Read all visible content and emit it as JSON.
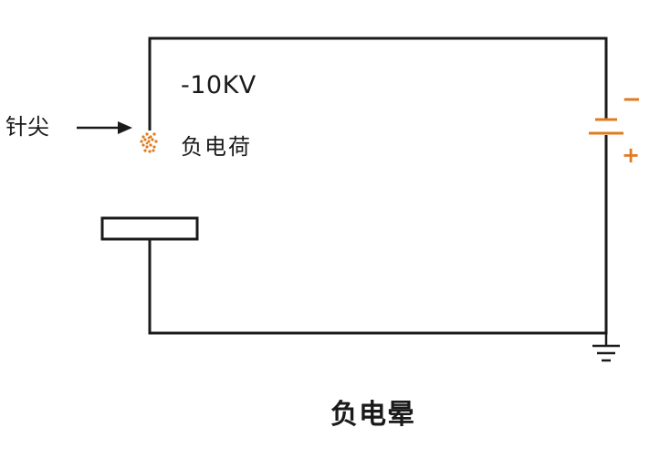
{
  "labels": {
    "needle": "针尖",
    "voltage": "-10KV",
    "charge": "负电荷",
    "battery_minus": "−",
    "battery_plus": "+",
    "caption": "负电晕"
  },
  "colors": {
    "wire": "#1a1a1a",
    "accent": "#e07b1f"
  }
}
